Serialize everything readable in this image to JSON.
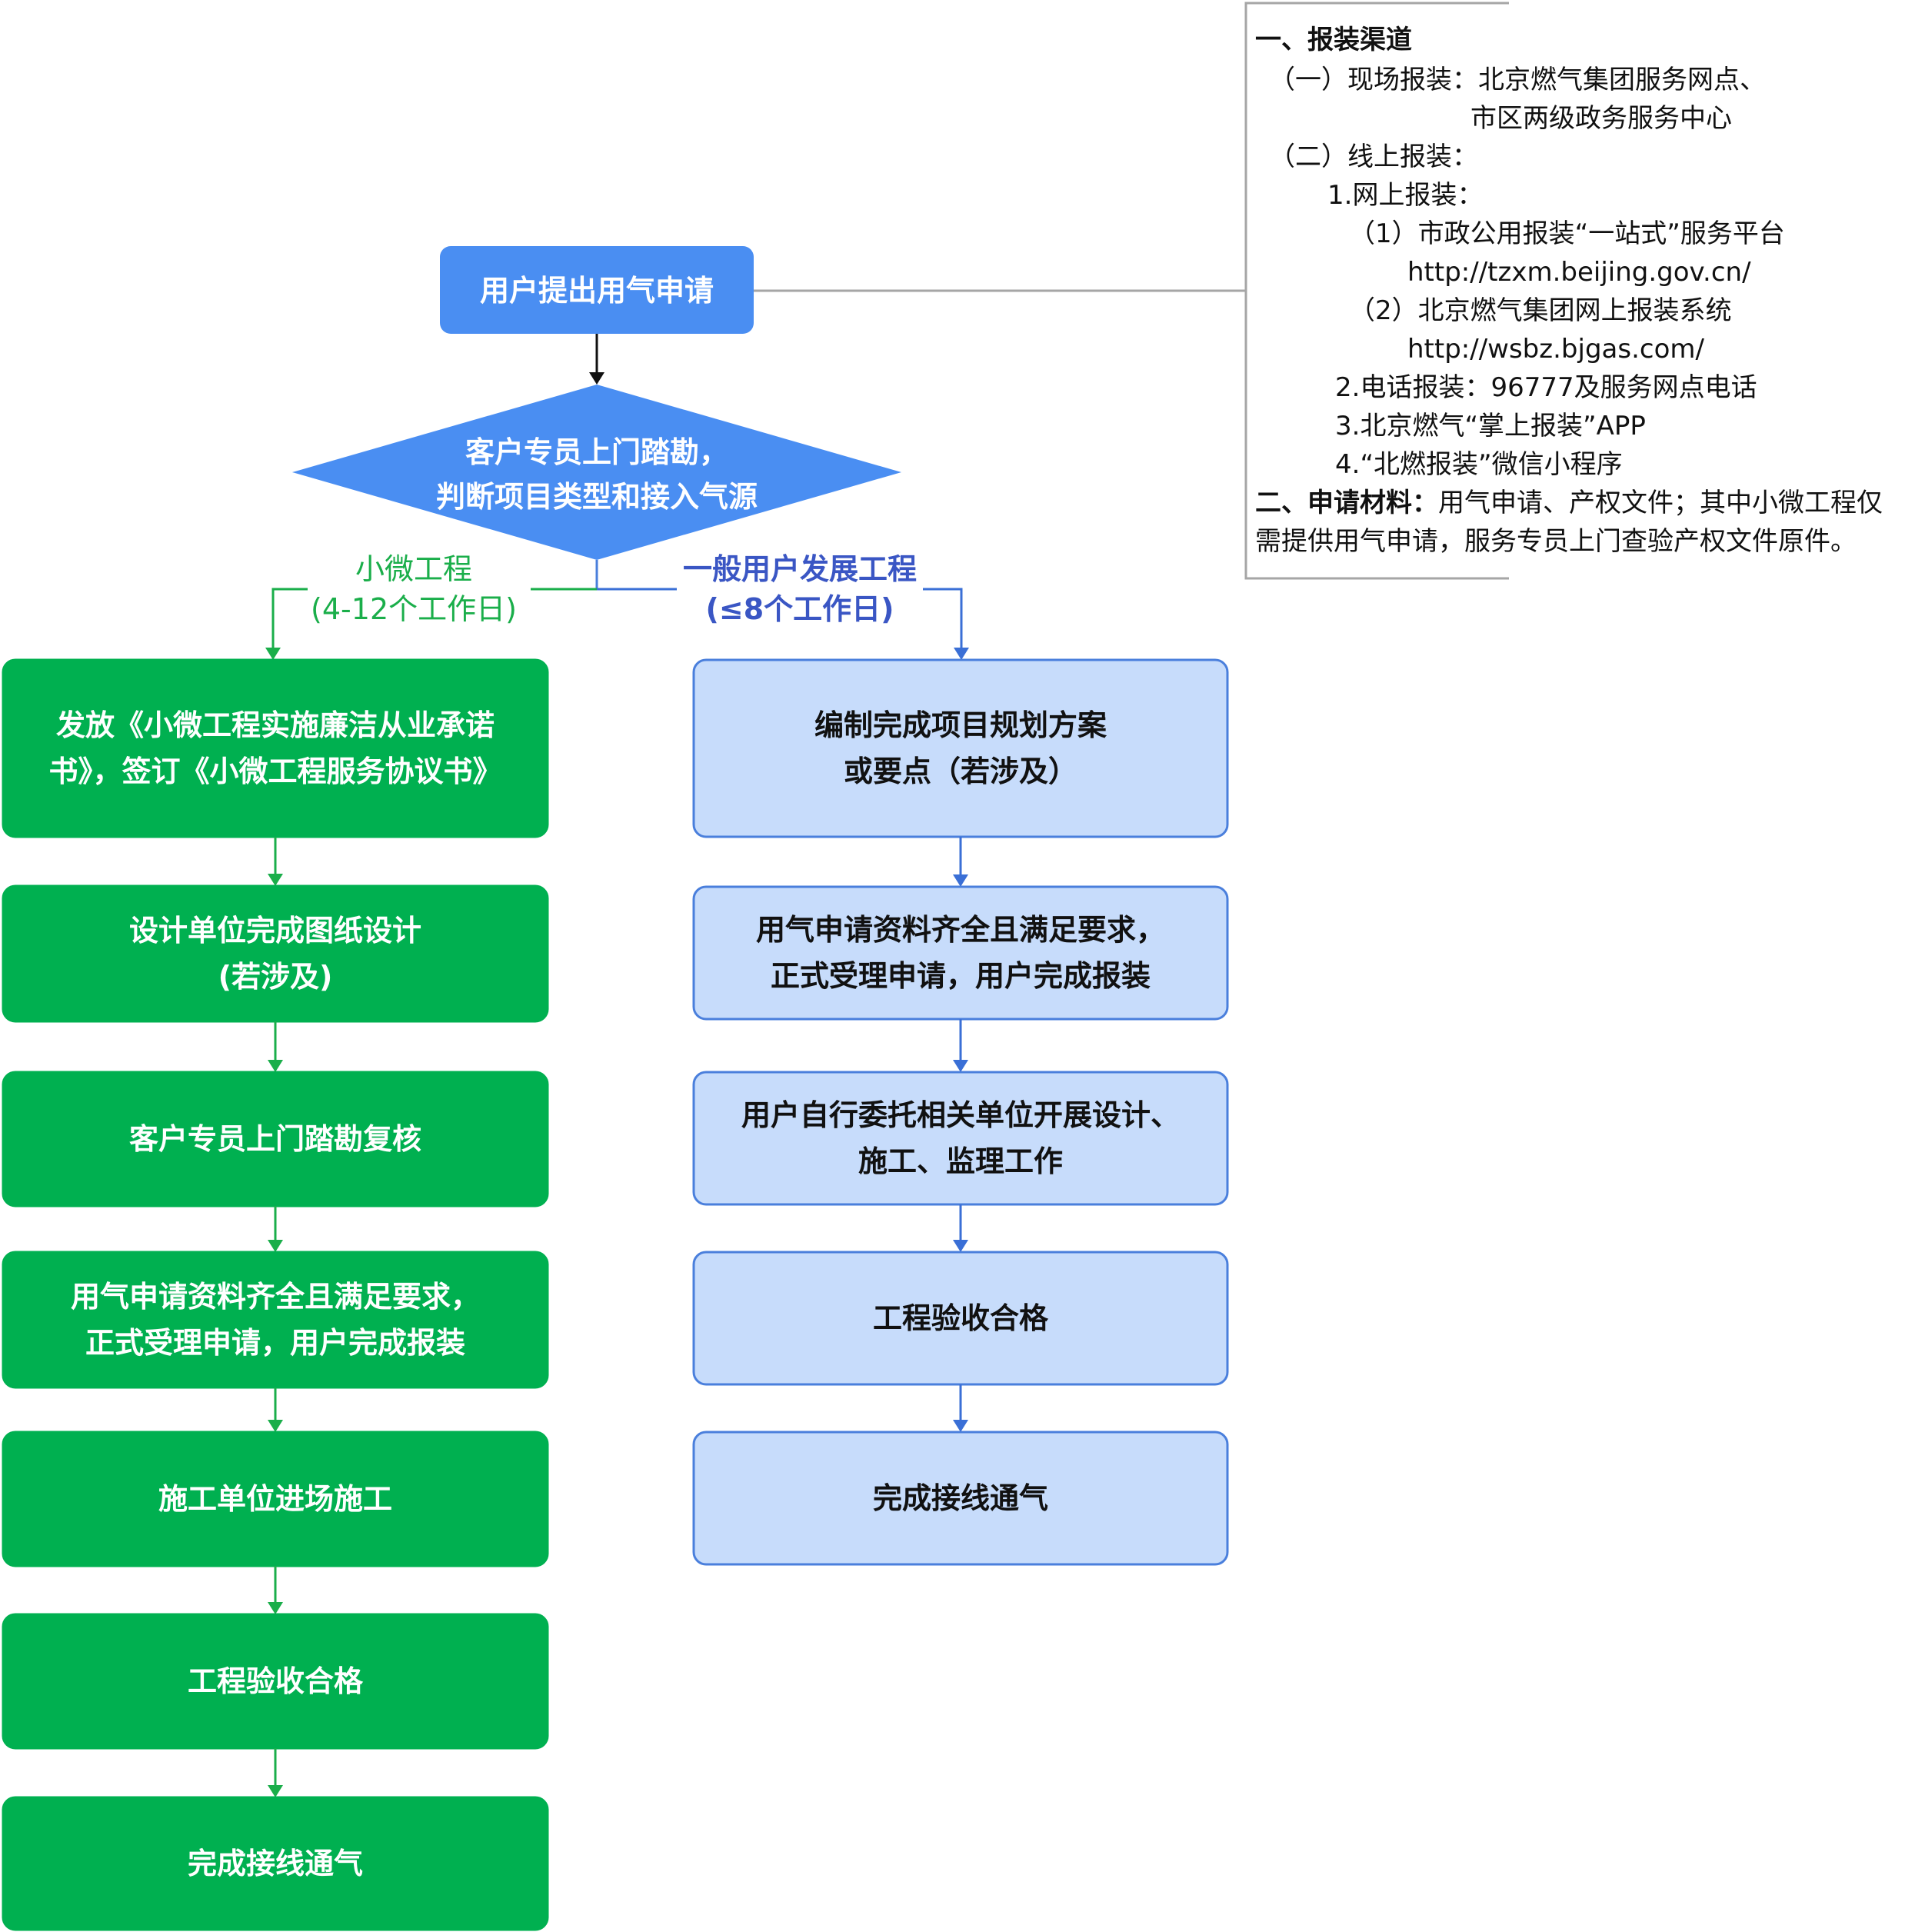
{
  "colors": {
    "start_fill": "#4a8ef2",
    "green_fill": "#00b050",
    "blue_fill": "#c7dcfb",
    "blue_stroke": "#4a7fdc",
    "green_line": "#1aae4a",
    "blue_line": "#3a6fd6",
    "gray_line": "#a6a6a6"
  },
  "start": {
    "label": "用户提出用气申请"
  },
  "decision": {
    "line1": "客户专员上门踏勘，",
    "line2": "判断项目类型和接入气源"
  },
  "branches": {
    "left": {
      "label": "小微工程",
      "duration": "(4-12个工作日)"
    },
    "right": {
      "label": "一般用户发展工程",
      "duration": "(≤8个工作日)"
    }
  },
  "left_steps": [
    {
      "line1": "发放《小微工程实施廉洁从业承诺",
      "line2": "书》，签订《小微工程服务协议书》"
    },
    {
      "line1": "设计单位完成图纸设计",
      "line2": "(若涉及)"
    },
    {
      "line1": "客户专员上门踏勘复核",
      "line2": ""
    },
    {
      "line1": "用气申请资料齐全且满足要求，",
      "line2": "正式受理申请，用户完成报装"
    },
    {
      "line1": "施工单位进场施工",
      "line2": ""
    },
    {
      "line1": "工程验收合格",
      "line2": ""
    },
    {
      "line1": "完成接线通气",
      "line2": ""
    }
  ],
  "right_steps": [
    {
      "line1": "编制完成项目规划方案",
      "line2": "或要点（若涉及）"
    },
    {
      "line1": "用气申请资料齐全且满足要求，",
      "line2": "正式受理申请，用户完成报装"
    },
    {
      "line1": "用户自行委托相关单位开展设计、",
      "line2": "施工、监理工作"
    },
    {
      "line1": "工程验收合格",
      "line2": ""
    },
    {
      "line1": "完成接线通气",
      "line2": ""
    }
  ],
  "info": {
    "lines": [
      {
        "text": "一、报装渠道",
        "bold": true
      },
      {
        "text": "（一）现场报装：北京燃气集团服务网点、",
        "bold": false
      },
      {
        "text": "市区两级政务服务中心",
        "bold": false
      },
      {
        "text": "（二）线上报装：",
        "bold": false
      },
      {
        "text": "1.网上报装：",
        "bold": false
      },
      {
        "text": "（1）市政公用报装“一站式”服务平台",
        "bold": false
      },
      {
        "text": "http://tzxm.beijing.gov.cn/",
        "bold": false
      },
      {
        "text": "（2）北京燃气集团网上报装系统",
        "bold": false
      },
      {
        "text": "http://wsbz.bjgas.com/",
        "bold": false
      },
      {
        "text": "2.电话报装：96777及服务网点电话",
        "bold": false
      },
      {
        "text": "3.北京燃气“掌上报装”APP",
        "bold": false
      },
      {
        "text": "4.“北燃报装”微信小程序",
        "bold": false
      },
      {
        "text": "二、申请材料：",
        "bold": true,
        "tail": "用气申请、产权文件；其中小微工程仅"
      },
      {
        "text": "需提供用气申请，服务专员上门查验产权文件原件。",
        "bold": false
      }
    ]
  }
}
